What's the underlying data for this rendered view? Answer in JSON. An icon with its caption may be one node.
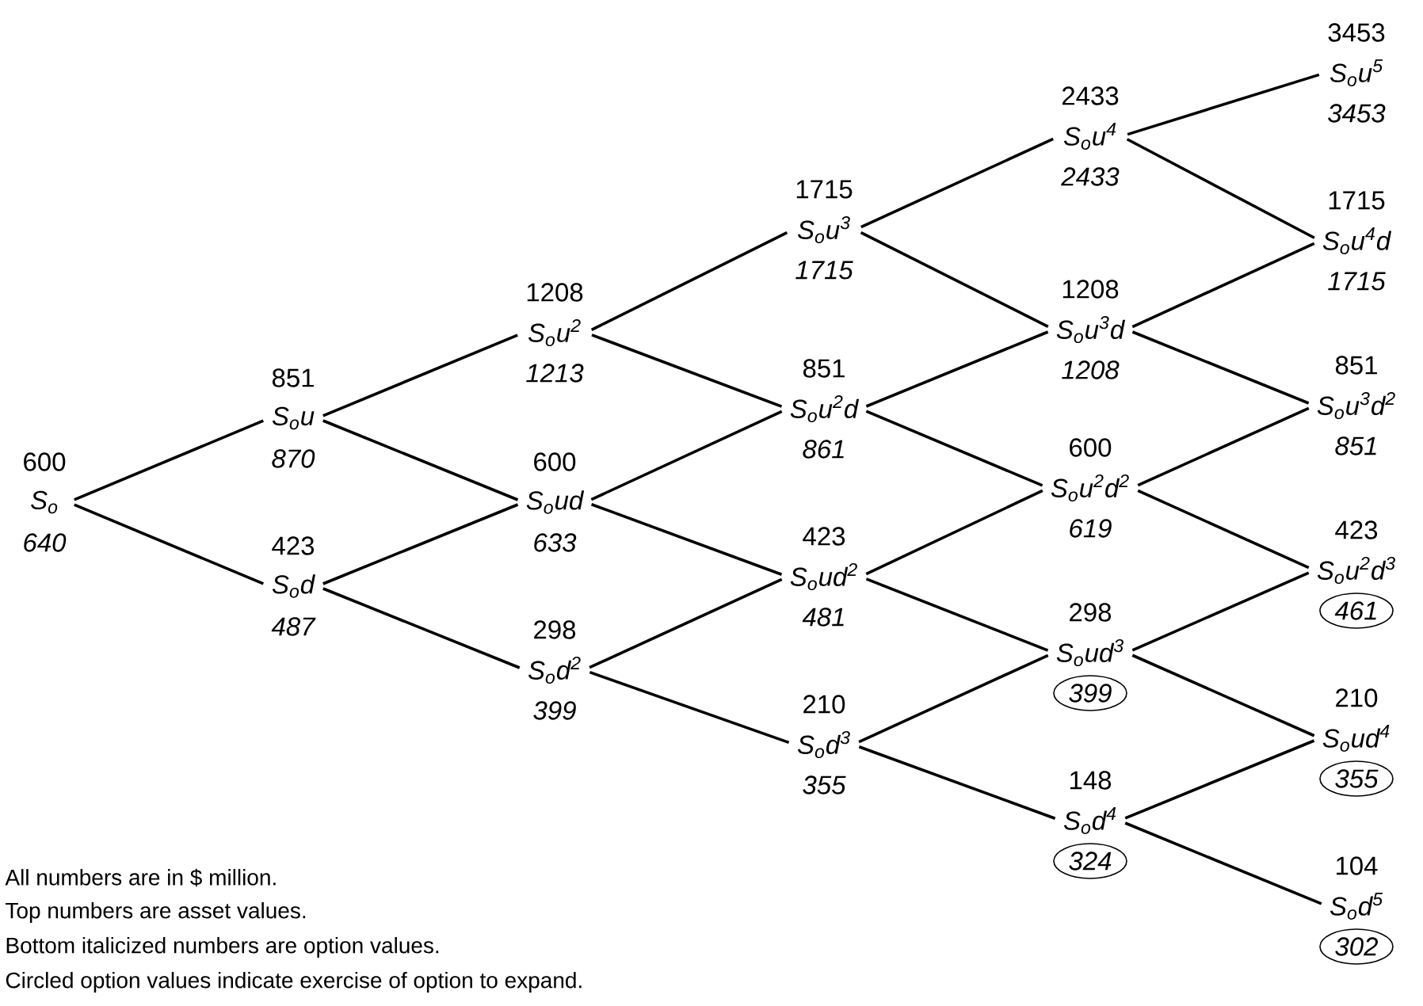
{
  "diagram": {
    "nodes": [
      {
        "text": [
          "600",
          "S$_{o}$",
          "640"
        ]
      },
      {
        "text": [
          "851",
          "S$_{o}$u",
          "870"
        ]
      },
      {
        "text": [
          "423",
          "S$_{o}$d",
          "487"
        ]
      },
      {
        "text": [
          "1208",
          "S$_{o}$u$^{2}$",
          "1213"
        ]
      },
      {
        "text": [
          "600",
          "S$_{o}$ud",
          "633"
        ]
      },
      {
        "text": [
          "298",
          "S$_{o}$d$^{2}$",
          "399"
        ]
      },
      {
        "text": [
          "1715",
          "S$_{o}$u$^{3}$",
          "1715"
        ]
      },
      {
        "text": [
          "851",
          "S$_{o}$u$^{2}$d",
          "861"
        ]
      },
      {
        "text": [
          "423",
          "S$_{o}$ud$^{2}$",
          "481"
        ]
      },
      {
        "text": [
          "210",
          "S$_{o}$d$^{3}$",
          "355"
        ]
      },
      {
        "text": [
          "2433",
          "S$_{o}$u$^{4}$",
          "2433"
        ]
      },
      {
        "text": [
          "1208",
          "S$_{o}$u$^{3}$d",
          "1208"
        ]
      },
      {
        "text": [
          "600",
          "S$_{o}$u$^{2}$d$^{2}$",
          "619"
        ]
      },
      {
        "text": [
          "298",
          "S$_{o}$ud$^{3}$"
        ]
      },
      {
        "text": [
          "399"
        ]
      },
      {
        "text": [
          "148",
          "S$_{o}$d$^{4}$"
        ]
      },
      {
        "text": [
          "324"
        ]
      },
      {
        "text": [
          "3453",
          "S$_{o}$u$^{5}$",
          "3453"
        ]
      },
      {
        "text": [
          "1715",
          "S$_{o}$u$^{4}$d",
          "1715"
        ]
      },
      {
        "text": [
          "851",
          "S$_{o}$u$^{3}$d$^{2}$",
          "851"
        ]
      },
      {
        "text": [
          "423",
          "S$_{o}$u$^{2}$d$^{3}$"
        ]
      },
      {
        "text": [
          "461"
        ]
      },
      {
        "text": [
          "210",
          "S$_{o}$ud$^{4}$"
        ]
      },
      {
        "text": [
          "355"
        ]
      },
      {
        "text": [
          "104",
          "S$_{o}$d$^{5}$"
        ]
      },
      {
        "text": [
          "302"
        ]
      }
    ],
    "edges": [
      {
        "from": 0,
        "to": 1,
        "arrow": "none"
      },
      {
        "from": 0,
        "to": 2,
        "arrow": "none"
      },
      {
        "from": 1,
        "to": 3,
        "arrow": "none"
      },
      {
        "from": 1,
        "to": 4,
        "arrow": "none"
      },
      {
        "from": 2,
        "to": 4,
        "arrow": "none"
      },
      {
        "from": 2,
        "to": 5,
        "arrow": "none"
      },
      {
        "from": 3,
        "to": 6,
        "arrow": "none"
      },
      {
        "from": 3,
        "to": 7,
        "arrow": "none"
      },
      {
        "from": 4,
        "to": 7,
        "arrow": "none"
      },
      {
        "from": 4,
        "to": 8,
        "arrow": "none"
      },
      {
        "from": 5,
        "to": 8,
        "arrow": "none"
      },
      {
        "from": 5,
        "to": 9,
        "arrow": "none"
      },
      {
        "from": 6,
        "to": 10,
        "arrow": "none"
      },
      {
        "from": 6,
        "to": 11,
        "arrow": "none"
      },
      {
        "from": 7,
        "to": 11,
        "arrow": "none"
      },
      {
        "from": 7,
        "to": 12,
        "arrow": "none"
      },
      {
        "from": 8,
        "to": 12,
        "arrow": "none"
      },
      {
        "from": 8,
        "to": 13,
        "arrow": "none"
      },
      {
        "from": 9,
        "to": 13,
        "arrow": "none"
      },
      {
        "from": 9,
        "to": 15,
        "arrow": "none"
      },
      {
        "from": 10,
        "to": 17,
        "arrow": "none"
      },
      {
        "from": 10,
        "to": 18,
        "arrow": "none"
      },
      {
        "from": 11,
        "to": 18,
        "arrow": "none"
      },
      {
        "from": 11,
        "to": 19,
        "arrow": "none"
      },
      {
        "from": 12,
        "to": 19,
        "arrow": "none"
      },
      {
        "from": 12,
        "to": 20,
        "arrow": "none"
      },
      {
        "from": 13,
        "to": 20,
        "arrow": "none"
      },
      {
        "from": 13,
        "to": 22,
        "arrow": "none"
      },
      {
        "from": 15,
        "to": 22,
        "arrow": "none"
      },
      {
        "from": 15,
        "to": 24,
        "arrow": "none"
      }
    ],
    "labels": [
      "All numbers are in $ million.",
      "Top numbers are asset values.",
      "Bottom italicized numbers are option values.",
      "Circled option values indicate exercise of option to expand."
    ]
  }
}
